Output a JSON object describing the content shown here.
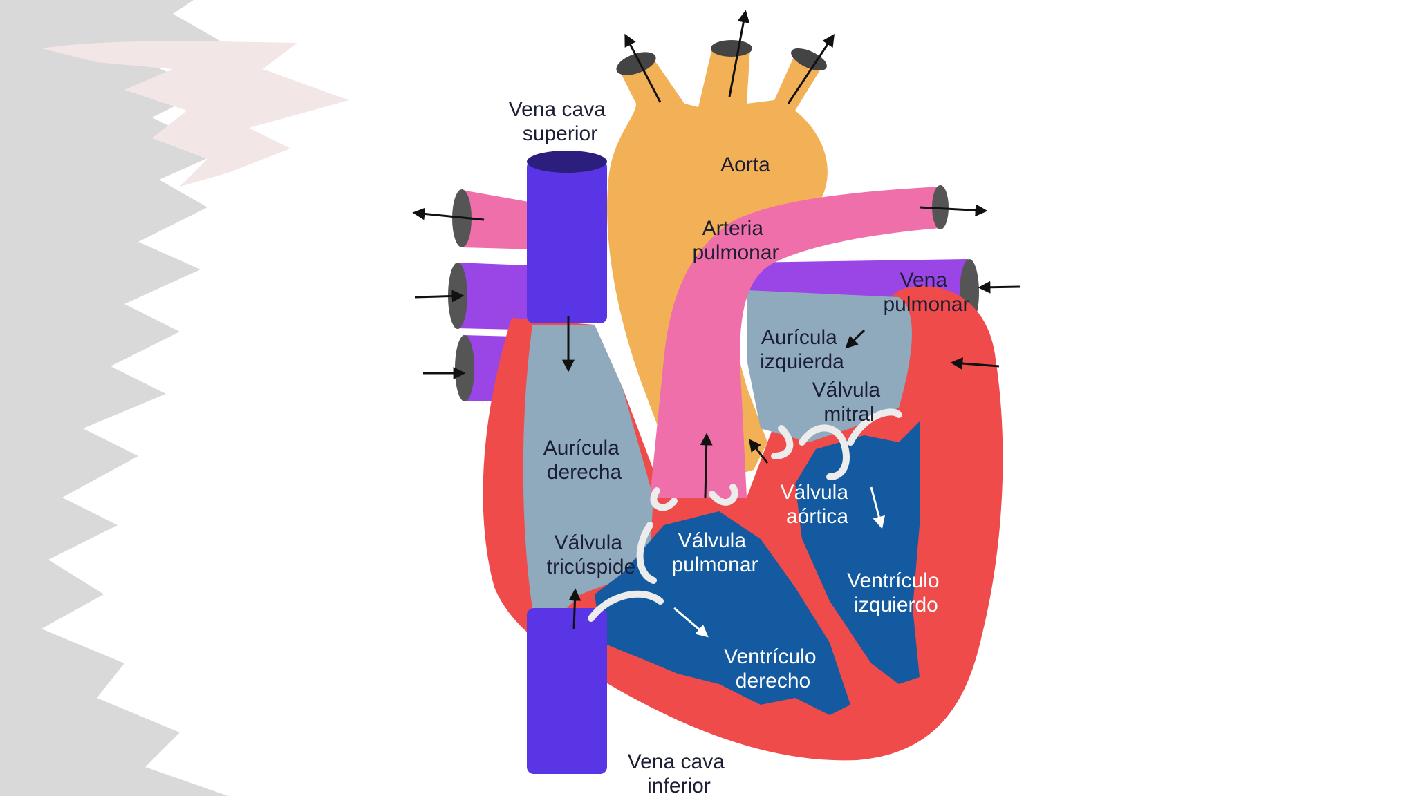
{
  "labels": {
    "vena_cava_superior": [
      "Vena cava",
      "superior"
    ],
    "aorta": "Aorta",
    "arteria_pulmonar": [
      "Arteria",
      "pulmonar"
    ],
    "vena_pulmonar": [
      "Vena",
      "pulmonar"
    ],
    "auricula_izquierda": [
      "Aurícula",
      "izquierda"
    ],
    "valvula_mitral": [
      "Válvula",
      "mitral"
    ],
    "auricula_derecha": [
      "Aurícula",
      "derecha"
    ],
    "valvula_aortica": [
      "Válvula",
      "aórtica"
    ],
    "valvula_tricuspide": [
      "Válvula",
      "tricúspide"
    ],
    "valvula_pulmonar": [
      "Válvula",
      "pulmonar"
    ],
    "ventriculo_izquierdo": [
      "Ventrículo",
      "izquierdo"
    ],
    "ventriculo_derecho": [
      "Ventrículo",
      "derecho"
    ],
    "vena_cava_inferior": [
      "Vena cava",
      "inferior"
    ]
  },
  "colors": {
    "aorta": "#f2b157",
    "pulmonary_artery": "#ee6fa9",
    "pulmonary_vein": "#9a45e6",
    "vena_cava": "#5a35e6",
    "atrium": "#8fa9bd",
    "ventricle": "#145aa0",
    "myocardium": "#ef4b4b",
    "valve": "#ececec",
    "brush_gray": "#d9d9d9",
    "brush_pink": "#f3e6e6"
  }
}
